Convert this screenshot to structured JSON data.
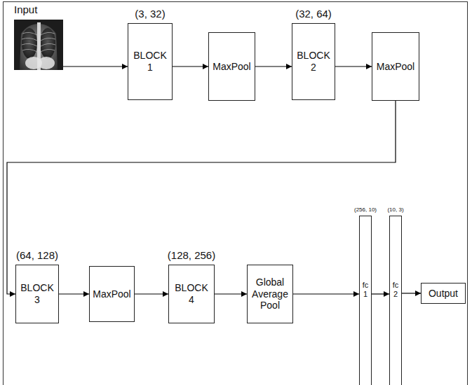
{
  "diagram": {
    "nodes": [
      {
        "text": [
          "Input"
        ]
      },
      {
        "text": [
          "(3, 32)",
          "BLOCK 1"
        ]
      },
      {
        "text": [
          "MaxPool"
        ]
      },
      {
        "text": [
          "(32, 64)",
          "BLOCK 2"
        ]
      },
      {
        "text": [
          "MaxPool"
        ]
      },
      {
        "text": [
          "(64, 128)",
          "BLOCK 3"
        ]
      },
      {
        "text": [
          "MaxPool"
        ]
      },
      {
        "text": [
          "(128, 256)",
          "BLOCK 4"
        ]
      },
      {
        "text": [
          "Global Average Pool"
        ]
      },
      {
        "text": [
          "(256, 10)",
          "fc 1"
        ]
      },
      {
        "text": [
          "(10, 3)",
          "fc 2"
        ]
      },
      {
        "text": [
          "Output"
        ]
      }
    ],
    "edges": [
      {
        "from": 0,
        "to": 1,
        "arrow": "to"
      },
      {
        "from": 1,
        "to": 2,
        "arrow": "to"
      },
      {
        "from": 2,
        "to": 3,
        "arrow": "to"
      },
      {
        "from": 3,
        "to": 4,
        "arrow": "to"
      },
      {
        "from": 4,
        "to": 5,
        "arrow": "to"
      },
      {
        "from": 5,
        "to": 6,
        "arrow": "to"
      },
      {
        "from": 6,
        "to": 7,
        "arrow": "to"
      },
      {
        "from": 7,
        "to": 8,
        "arrow": "to"
      },
      {
        "from": 8,
        "to": 9,
        "arrow": "to"
      },
      {
        "from": 9,
        "to": 10,
        "arrow": "to"
      },
      {
        "from": 10,
        "to": 11,
        "arrow": "to"
      }
    ]
  }
}
